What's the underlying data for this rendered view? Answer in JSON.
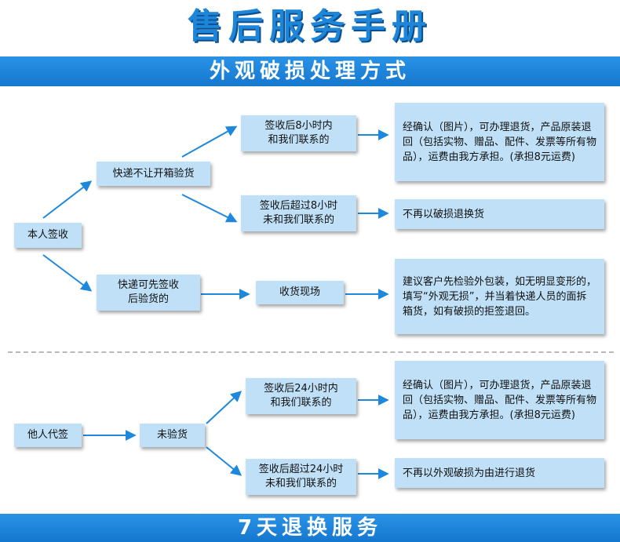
{
  "title": "售后服务手册",
  "section_header": "外观破损处理方式",
  "footer_header": "7天退换服务",
  "nodes": {
    "self_sign": "本人签收",
    "courier_no_inspect": "快递不让开箱验货",
    "courier_sign_first": "快递可先签收\n后验货的",
    "within_8h": "签收后8小时内\n和我们联系的",
    "over_8h": "签收后超过8小时\n未和我们联系的",
    "on_site": "收货现场",
    "result_refund_8": "经确认（图片），可办理退货，产品原装退回（包括实物、赠品、配件、发票等所有物品），运费由我方承担。(承担8元运费)",
    "result_no_return": "不再以破损退换货",
    "result_inspect": "建议客户先检验外包装，如无明显变形的，填写“外观无损”，并当着快递人员的面拆箱货，如有破损的拒签退回。",
    "proxy_sign": "他人代签",
    "not_inspected": "未验货",
    "within_24h": "签收后24小时内\n和我们联系的",
    "over_24h": "签收后超过24小时\n未和我们联系的",
    "result_refund_24": "经确认（图片），可办理退货，产品原装退回（包括实物、赠品、配件、发票等所有物品），运费由我方承担。(承担8元运费)",
    "result_no_return_24": "不再以外观破损为由进行退货"
  }
}
